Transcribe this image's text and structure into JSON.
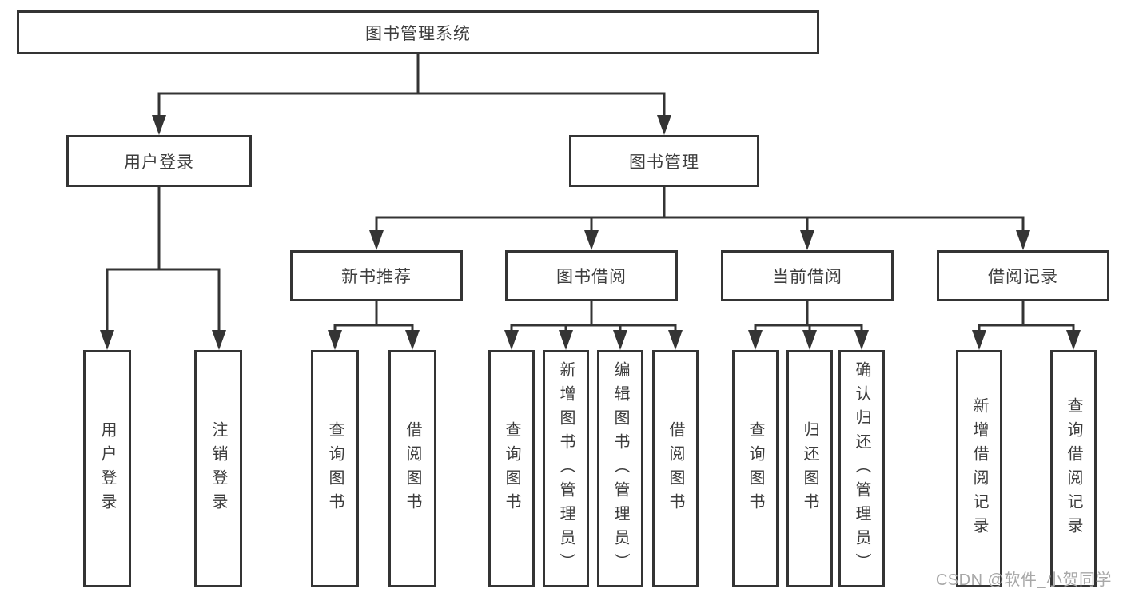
{
  "colors": {
    "line": "#343434",
    "text": "#3d3d3d",
    "watermark": "#a8a8a8",
    "background": "#ffffff"
  },
  "root": {
    "label": "图书管理系统"
  },
  "branches": {
    "user_login": {
      "label": "用户登录",
      "children": [
        "用户登录",
        "注销登录"
      ]
    },
    "book_management": {
      "label": "图书管理"
    }
  },
  "modules": {
    "new_book": {
      "label": "新书推荐",
      "children": [
        "查询图书",
        "借阅图书"
      ]
    },
    "borrow": {
      "label": "图书借阅",
      "children": [
        "查询图书",
        "新增图书（管理员）",
        "编辑图书（管理员）",
        "借阅图书"
      ]
    },
    "current": {
      "label": "当前借阅",
      "children": [
        "查询图书",
        "归还图书",
        "确认归还（管理员）"
      ]
    },
    "records": {
      "label": "借阅记录",
      "children": [
        "新增借阅记录",
        "查询借阅记录"
      ]
    }
  },
  "watermark": "CSDN @软件_小贺同学"
}
